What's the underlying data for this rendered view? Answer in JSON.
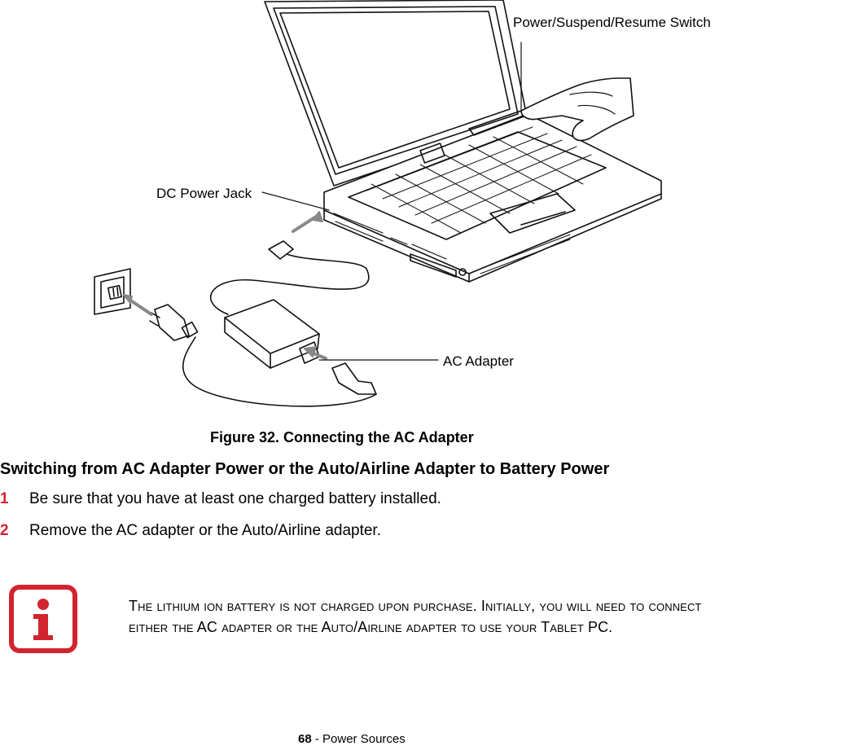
{
  "figure": {
    "callouts": {
      "power_switch": "Power/Suspend/Resume Switch",
      "dc_jack": "DC Power Jack",
      "ac_adapter": "AC Adapter"
    },
    "caption": "Figure 32.  Connecting the AC Adapter"
  },
  "section": {
    "heading": "Switching from AC Adapter Power or the Auto/Airline Adapter to Battery Power",
    "steps": [
      {
        "number": "1",
        "text": "Be sure that you have at least one charged battery installed."
      },
      {
        "number": "2",
        "text": "Remove the AC adapter or the Auto/Airline adapter."
      }
    ]
  },
  "note": {
    "icon": "info-icon",
    "line1": "The lithium ion battery is not charged upon purchase. Initially, you will need to connect",
    "line2": "either the AC adapter or the Auto/Airline adapter to use your Tablet PC."
  },
  "footer": {
    "page_number": "68",
    "separator": " - ",
    "section_name": "Power Sources"
  },
  "colors": {
    "accent_red": "#d2242f"
  }
}
